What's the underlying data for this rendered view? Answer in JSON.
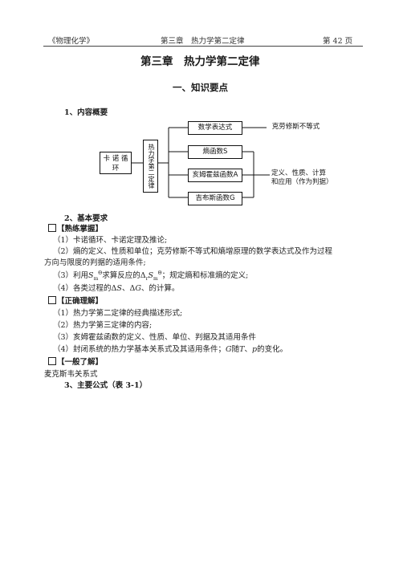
{
  "header": {
    "book": "《物理化学》",
    "chapter": "第三章　热力学第二定律",
    "page": "第 42 页"
  },
  "title": "第三章　热力学第二定律",
  "section1": "一、知识要点",
  "sub1": "1、内容概要",
  "diagram": {
    "left_box": "卡 诺 循环",
    "center_box": "热力学第二定律",
    "boxes": [
      "数学表达式",
      "熵函数S",
      "亥姆霍兹函数A",
      "吉布斯函数G"
    ],
    "right_top": "克劳修斯不等式",
    "right_mid_line1": "定义、性质、计算",
    "right_mid_line2": "和应用（作为判据）"
  },
  "sub2": "2、基本要求",
  "master": {
    "heading": "【熟练掌握】",
    "items": [
      "（1）卡诺循环、卡诺定理及推论;",
      "（2）熵的定义、性质和单位；克劳修斯不等式和熵增原理的数学表达式及作为过程",
      "方向与限度的判据的适用条件;",
      "（3）利用",
      "求算反应的",
      "；规定熵和标准熵的定义;",
      "（4）各类过程的",
      "、",
      "、的计算。"
    ],
    "sym_s": "S",
    "sym_m": "m",
    "sym_theta": "Θ",
    "sym_delta": "Δ",
    "sym_r": "r",
    "sym_G": "G"
  },
  "understand": {
    "heading": "【正确理解】",
    "items": [
      "（1）热力学第二定律的经典描述形式;",
      "（2）热力学第三定律的内容;",
      "（3）亥姆霍兹函数的定义、性质、单位、判据及其适用条件",
      "（4）封闭系统的热力学基本关系式及其适用条件；",
      "随",
      "、",
      "的变化。"
    ],
    "sym_T": "T",
    "sym_p": "p"
  },
  "general": {
    "heading": "【一般了解】",
    "item": "麦克斯韦关系式"
  },
  "sub3": "3、主要公式（表 3-1）"
}
